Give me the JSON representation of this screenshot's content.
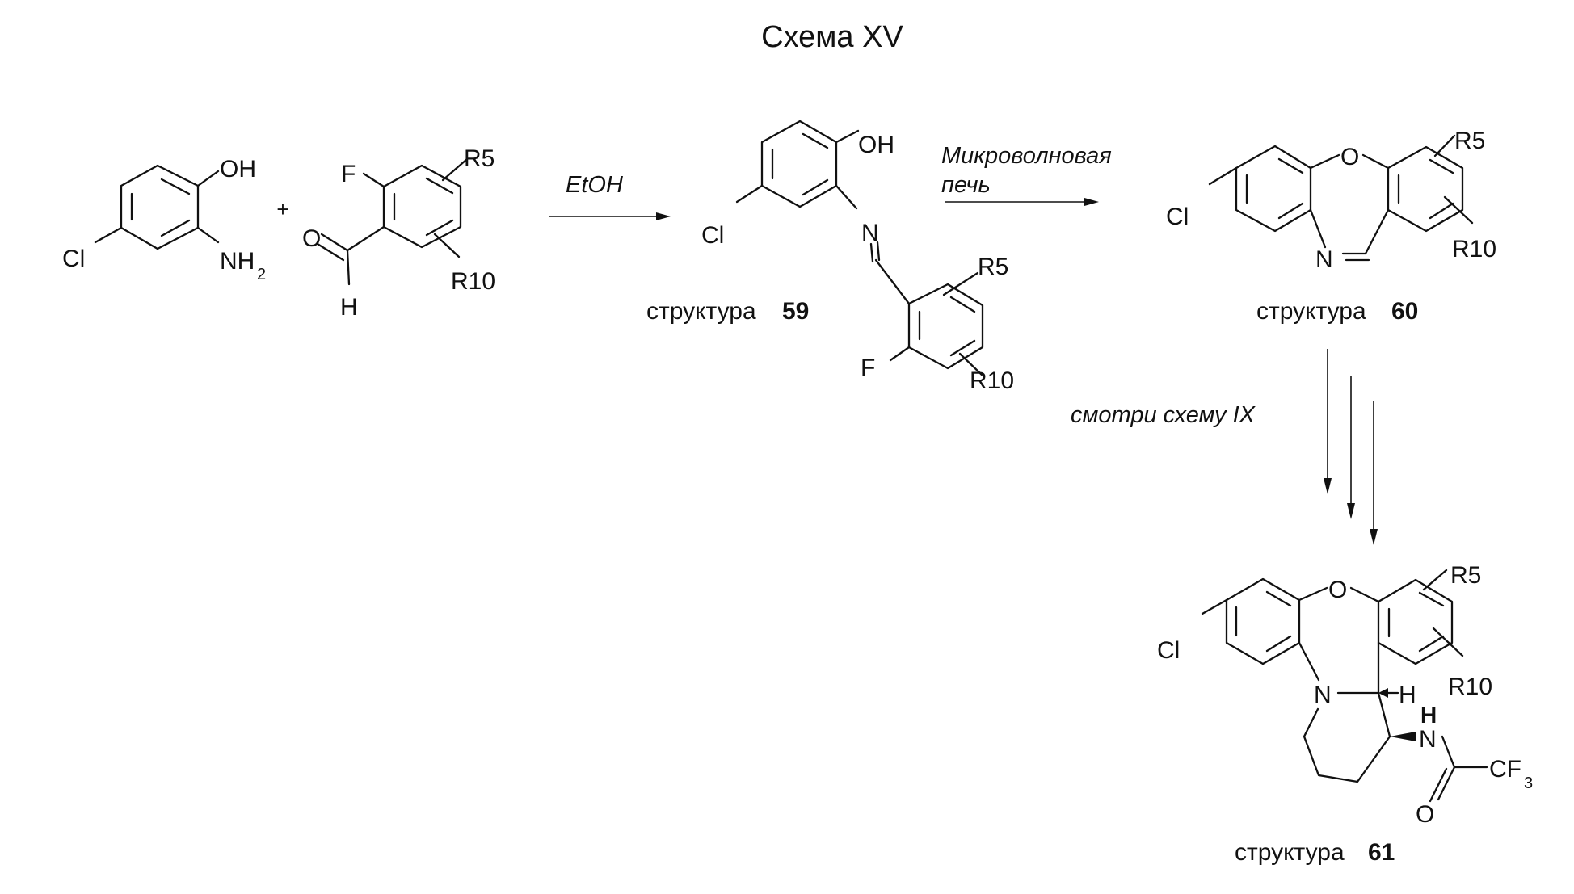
{
  "title": "Схема XV",
  "reagents": {
    "plus": "+",
    "aminophenol": {
      "oh": "OH",
      "cl": "Cl",
      "nh": "NH",
      "nh_sub": "2"
    },
    "aldehyde": {
      "f": "F",
      "o": "O",
      "h": "H",
      "r5": "R5",
      "r10": "R10"
    }
  },
  "arrows": {
    "step1": "EtOH",
    "step2_line1": "Микроволновая",
    "step2_line2": "печь",
    "step3": "смотри схему IX"
  },
  "structure_59": {
    "oh": "OH",
    "cl": "Cl",
    "n": "N",
    "f": "F",
    "r5": "R5",
    "r10": "R10",
    "caption": "структура",
    "number": "59"
  },
  "structure_60": {
    "o": "O",
    "cl": "Cl",
    "n": "N",
    "r5": "R5",
    "r10": "R10",
    "caption": "структура",
    "number": "60"
  },
  "structure_61": {
    "o": "O",
    "cl": "Cl",
    "n": "N",
    "h": "H",
    "nh_h": "H",
    "nh_n": "N",
    "carbonyl_o": "O",
    "cf": "CF",
    "cf_sub": "3",
    "r5": "R5",
    "r10": "R10",
    "caption": "структура",
    "number": "61"
  }
}
